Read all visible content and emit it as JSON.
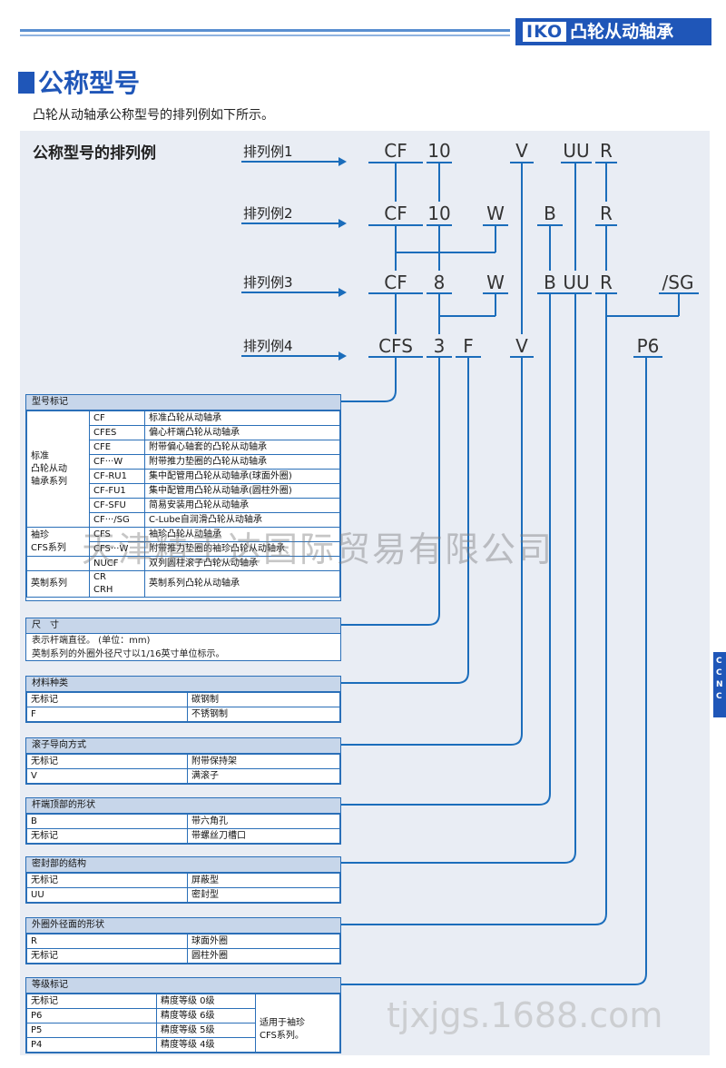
{
  "header": {
    "brand": "IKO",
    "product": "凸轮从动轴承"
  },
  "title": "公称型号",
  "intro": "凸轮从动轴承公称型号的排列例如下所示。",
  "panel_title": "公称型号的排列例",
  "examples": [
    {
      "label": "排列例1",
      "codes": [
        "CF",
        "10",
        "V",
        "UU",
        "R"
      ]
    },
    {
      "label": "排列例2",
      "codes": [
        "CF",
        "10",
        "W",
        "B",
        "R"
      ]
    },
    {
      "label": "排列例3",
      "codes": [
        "CF",
        "8",
        "W",
        "B",
        "UU",
        "R",
        "/SG"
      ]
    },
    {
      "label": "排列例4",
      "codes": [
        "CFS",
        "3",
        "F",
        "V",
        "P6"
      ]
    }
  ],
  "model_box": {
    "header": "型号标记",
    "rows": [
      {
        "group": "标准\n凸轮从动\n轴承系列",
        "code": "CF",
        "desc": "标准凸轮从动轴承"
      },
      {
        "code": "CFES",
        "desc": "偏心杆端凸轮从动轴承"
      },
      {
        "code": "CFE",
        "desc": "附带偏心轴套的凸轮从动轴承"
      },
      {
        "code": "CF···W",
        "desc": "附带推力垫圈的凸轮从动轴承"
      },
      {
        "code": "CF-RU1",
        "desc": "集中配管用凸轮从动轴承(球面外圈)"
      },
      {
        "code": "CF-FU1",
        "desc": "集中配管用凸轮从动轴承(圆柱外圈)"
      },
      {
        "code": "CF-SFU",
        "desc": "简易安装用凸轮从动轴承"
      },
      {
        "code": "CF···/SG",
        "desc": "C-Lube自润滑凸轮从动轴承"
      },
      {
        "group": "袖珍\nCFS系列",
        "code": "CFS",
        "desc": "袖珍凸轮从动轴承"
      },
      {
        "code": "CFS···W",
        "desc": "附带推力垫圈的袖珍凸轮从动轴承"
      },
      {
        "code": "NUCF",
        "desc": "双列圆柱滚子凸轮从动轴承"
      },
      {
        "group": "英制系列",
        "code": "CR\nCRH",
        "desc": "英制系列凸轮从动轴承"
      }
    ]
  },
  "size_box": {
    "header": "尺　寸",
    "lines": [
      "表示杆端直径。 (单位：mm)",
      "英制系列的外圈外径尺寸以1/16英寸单位标示。"
    ]
  },
  "material_box": {
    "header": "材料种类",
    "rows": [
      [
        "无标记",
        "碳钢制"
      ],
      [
        "F",
        "不锈钢制"
      ]
    ]
  },
  "roller_box": {
    "header": "滚子导向方式",
    "rows": [
      [
        "无标记",
        "附带保持架"
      ],
      [
        "V",
        "满滚子"
      ]
    ]
  },
  "head_box": {
    "header": "杆端顶部的形状",
    "rows": [
      [
        "B",
        "带六角孔"
      ],
      [
        "无标记",
        "带螺丝刀槽口"
      ]
    ]
  },
  "seal_box": {
    "header": "密封部的结构",
    "rows": [
      [
        "无标记",
        "屏蔽型"
      ],
      [
        "UU",
        "密封型"
      ]
    ]
  },
  "outer_box": {
    "header": "外圈外径面的形状",
    "rows": [
      [
        "R",
        "球面外圈"
      ],
      [
        "无标记",
        "圆柱外圈"
      ]
    ]
  },
  "grade_box": {
    "header": "等级标记",
    "rows": [
      [
        "无标记",
        "精度等级 0级"
      ],
      [
        "P6",
        "精度等级 6级"
      ],
      [
        "P5",
        "精度等级 5级"
      ],
      [
        "P4",
        "精度等级 4级"
      ]
    ],
    "note": "适用于袖珍\nCFS系列。"
  },
  "watermark": "天津精工达国际贸易有限公司",
  "watermark_site": "tjxjgs.1688.com",
  "side_tab": "C\nC\nN\nC",
  "colors": {
    "accent": "#1f56b8",
    "line": "#1b6dbb",
    "panel": "#e9edf4",
    "header_fill": "#c7d6ea"
  }
}
